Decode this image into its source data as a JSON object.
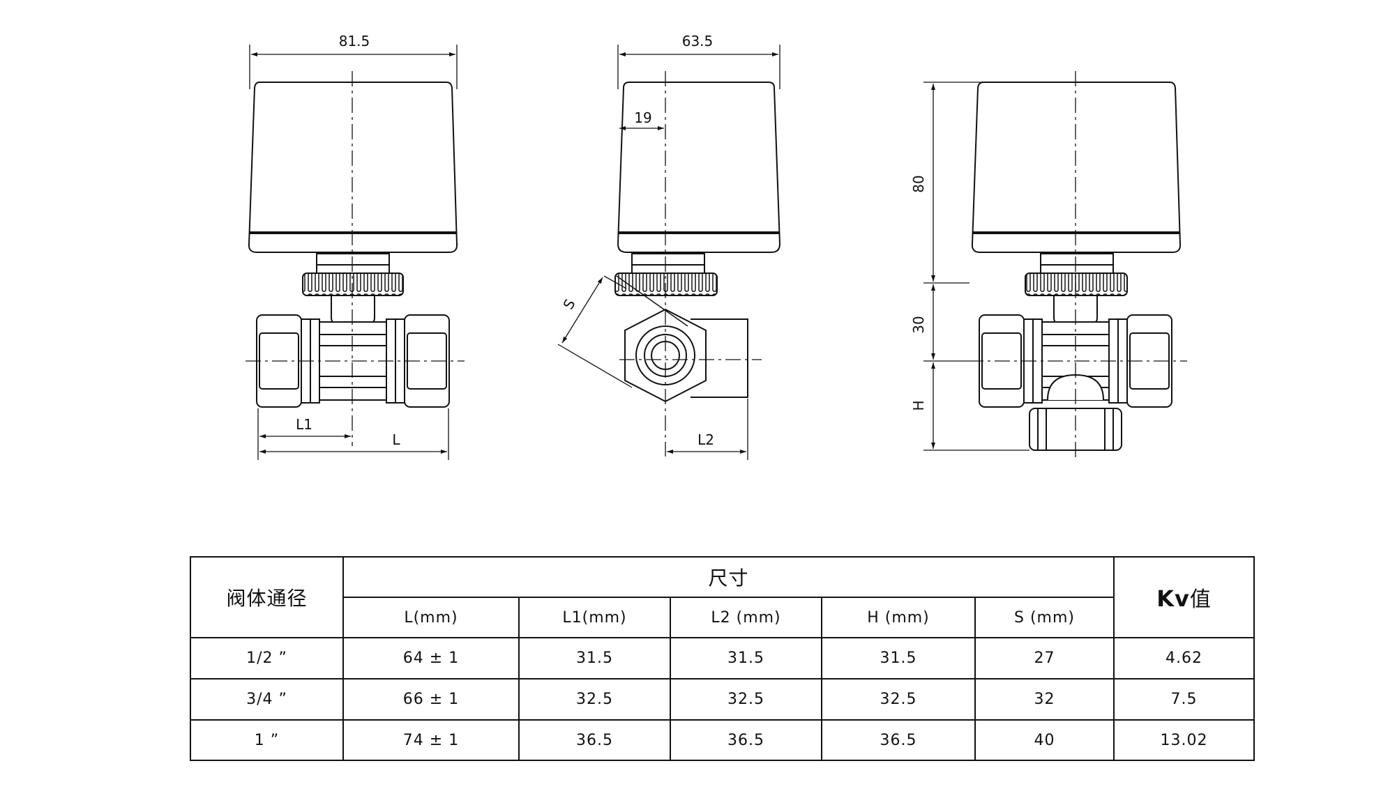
{
  "dimensions": {
    "front_width": "81.5",
    "side_width": "63.5",
    "side_offset": "19",
    "height_80": "80",
    "height_30": "30",
    "label_H": "H",
    "label_L1": "L1",
    "label_L": "L",
    "label_L2": "L2",
    "label_S": "S"
  },
  "table": {
    "header_bore": "阀体通径",
    "header_size": "尺寸",
    "header_kv": "Kv",
    "header_kv_suffix": "值",
    "columns": [
      "L(mm)",
      "L1(mm)",
      "L2 (mm)",
      "H (mm)",
      "S (mm)"
    ],
    "rows": [
      {
        "bore": "1/2 ”",
        "L": "64 ± 1",
        "L1": "31.5",
        "L2": "31.5",
        "H": "31.5",
        "S": "27",
        "Kv": "4.62"
      },
      {
        "bore": "3/4 ”",
        "L": "66 ± 1",
        "L1": "32.5",
        "L2": "32.5",
        "H": "32.5",
        "S": "32",
        "Kv": "7.5"
      },
      {
        "bore": "1 ”",
        "L": "74 ± 1",
        "L1": "36.5",
        "L2": "36.5",
        "H": "36.5",
        "S": "40",
        "Kv": "13.02"
      }
    ]
  }
}
